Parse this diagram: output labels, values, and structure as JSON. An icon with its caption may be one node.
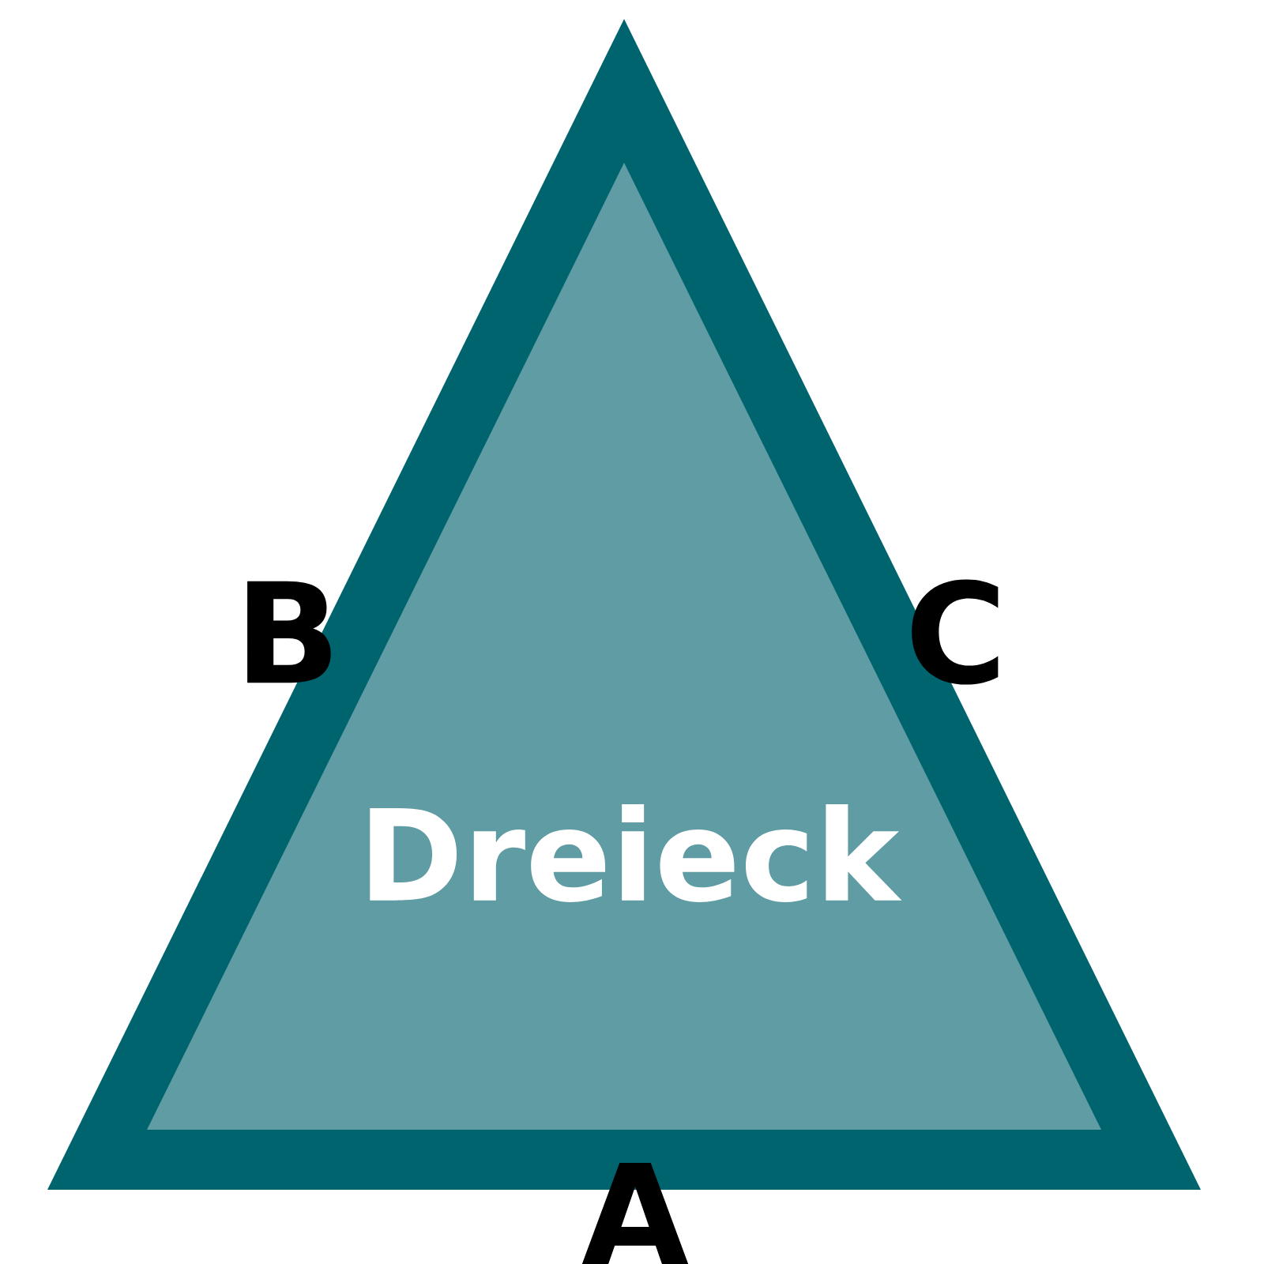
{
  "diagram": {
    "nodes": [
      {
        "text": [
          "Dreieck"
        ]
      }
    ],
    "labels": [
      "B",
      "C",
      "A"
    ]
  }
}
